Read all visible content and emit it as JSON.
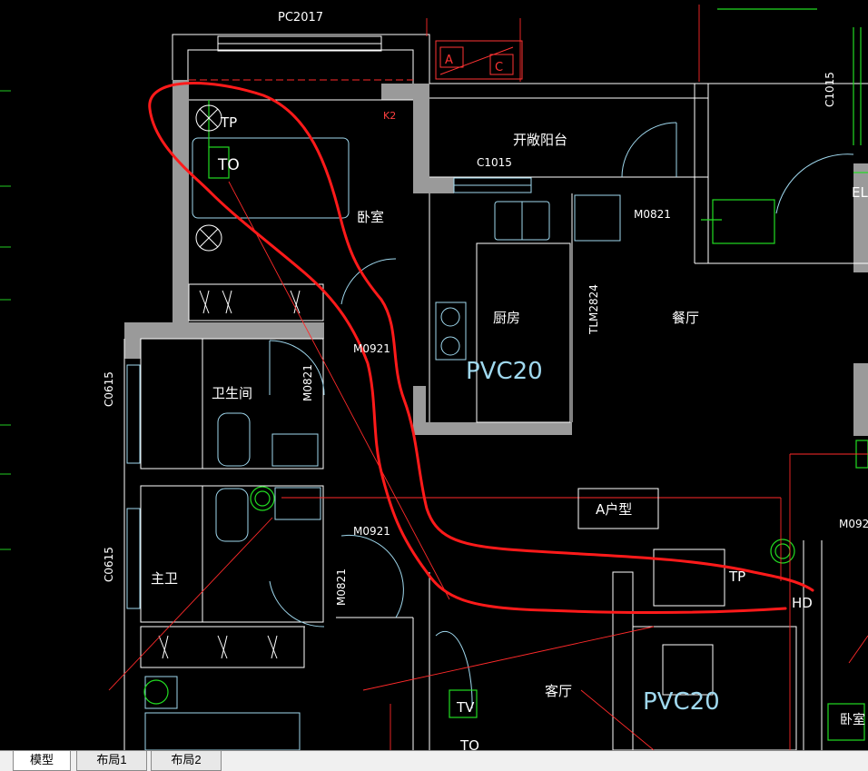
{
  "tabs": [
    {
      "label": "模型",
      "active": true
    },
    {
      "label": "布局1",
      "active": false
    },
    {
      "label": "布局2",
      "active": false
    }
  ],
  "labels": {
    "window_top": "PC2017",
    "ac": "A",
    "ac2": "C",
    "k2": "K2",
    "balcony": "开敞阳台",
    "c1015a": "C1015",
    "c1015b": "C1015",
    "bedroom": "卧室",
    "m0821a": "M0821",
    "tlm": "TLM2824",
    "kitchen": "厨房",
    "dining": "餐厅",
    "m0921a": "M0921",
    "pvc1": "PVC20",
    "bath": "卫生间",
    "m0821b": "M0821",
    "c0615a": "C0615",
    "c0615b": "C0615",
    "master_bath": "主卫",
    "m0921b": "M0921",
    "m0821c": "M0821",
    "unit": "A户型",
    "m092": "M092",
    "living": "客厅",
    "pvc2": "PVC20",
    "tv": "TV",
    "to1": "TO",
    "tp": "TP",
    "to2": "TO",
    "hd": "HD",
    "tp2": "TP",
    "bedroom2": "卧室",
    "el": "EL"
  },
  "colors": {
    "wall": "#a0a0a0",
    "line": "#ffffff",
    "cyan": "#9fd8ee",
    "green": "#22dd22",
    "red": "#ff1a1a",
    "markup": "#ff0000"
  }
}
